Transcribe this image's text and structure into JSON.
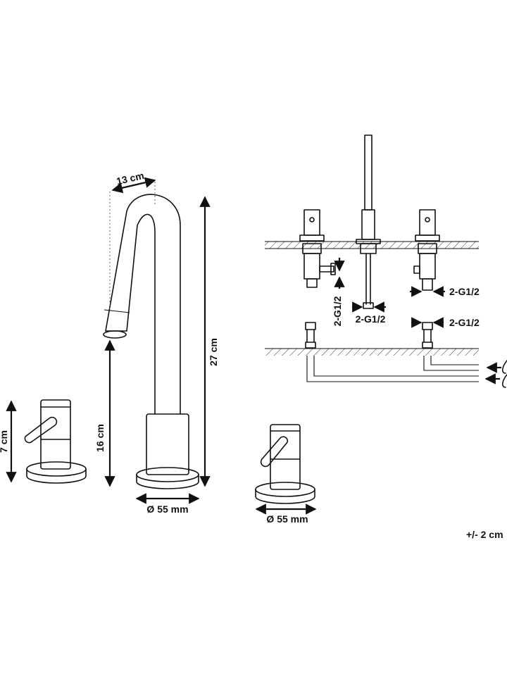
{
  "labels": {
    "spout_reach": "13 cm",
    "total_height": "27 cm",
    "spout_height": "16 cm",
    "handle_height": "7 cm",
    "base_diameter_spout": "Ø 55 mm",
    "base_diameter_handle": "Ø 55 mm",
    "conn_left": "2-G1/2",
    "conn_center": "2-G1/2",
    "conn_right_top": "2-G1/2",
    "conn_right_bottom": "2-G1/2",
    "tolerance": "+/- 2 cm"
  }
}
